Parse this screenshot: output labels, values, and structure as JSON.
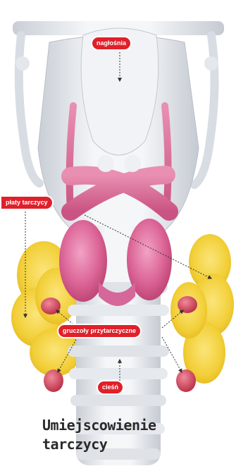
{
  "labels": {
    "epiglottis": "nagłośnia",
    "thyroid_lobes": "płaty tarczycy",
    "parathyroid_glands": "gruczoły przytarczyczne",
    "isthmus": "cieśń"
  },
  "caption": {
    "line1": "Umiejscowienie",
    "line2": "tarczycy"
  },
  "colors": {
    "label_bg": "#e0202a",
    "label_text": "#ffffff",
    "thyroid": "#d85a8c",
    "fat": "#f3d23a",
    "bone": "#e9ecef",
    "parathyroid": "#d2455a"
  }
}
